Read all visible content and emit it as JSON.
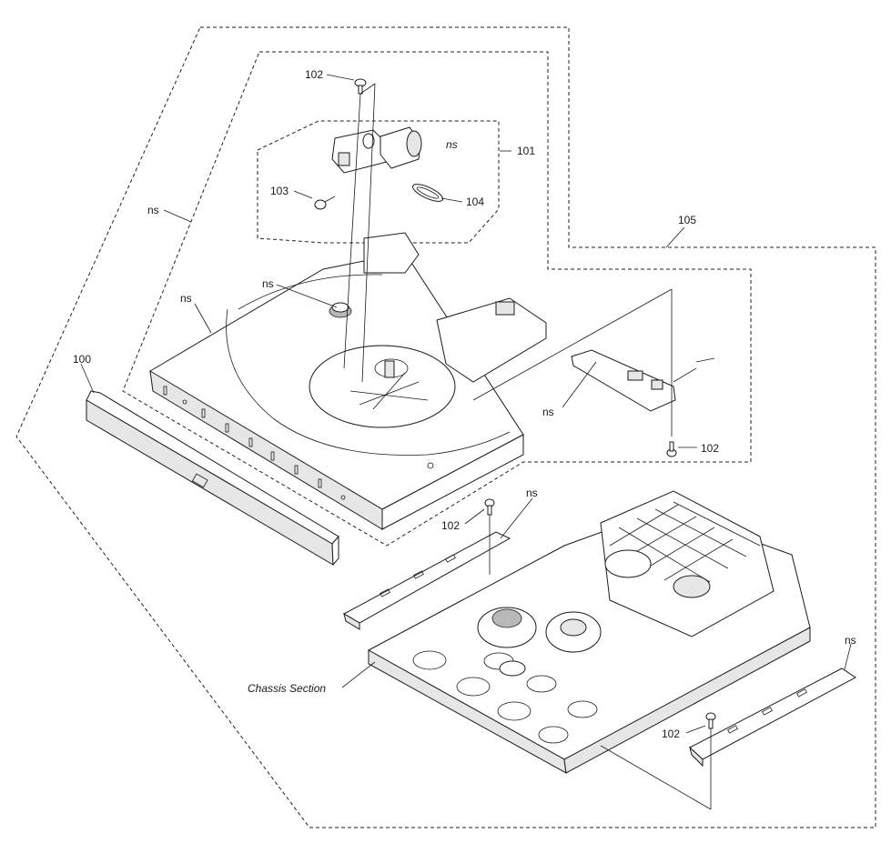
{
  "labels": {
    "p100": "100",
    "p101": "101",
    "p102a": "102",
    "p102b": "102",
    "p102c": "102",
    "p102d": "102",
    "p103": "103",
    "p104": "104",
    "p105": "105",
    "ns_motor": "ns",
    "ns_left": "ns",
    "ns_tray": "ns",
    "ns_gear": "ns",
    "ns_pcb": "ns",
    "ns_rail_left": "ns",
    "ns_rail_right": "ns",
    "chassis": "Chassis Section"
  }
}
